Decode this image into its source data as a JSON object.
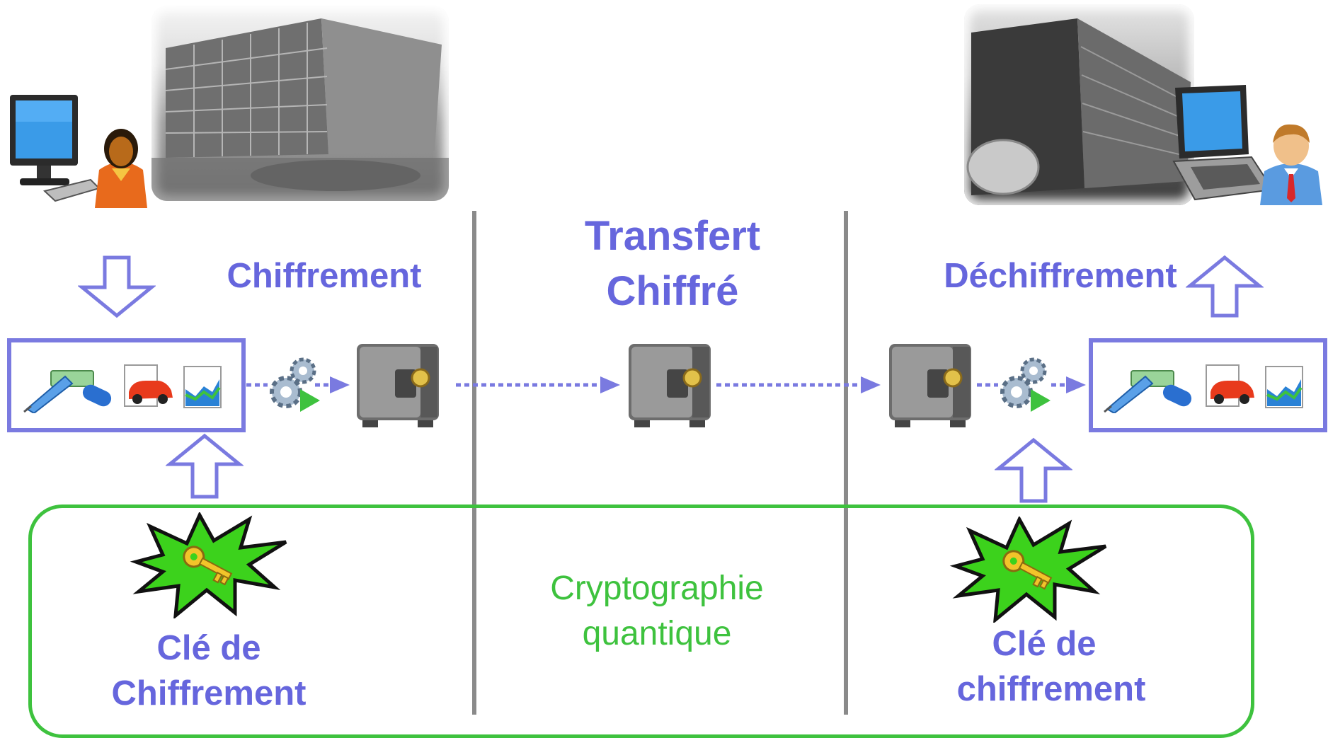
{
  "sections": {
    "left": {
      "title": "Chiffrement",
      "key_label_line1": "Clé de",
      "key_label_line2": "Chiffrement"
    },
    "center": {
      "title_line1": "Transfert",
      "title_line2": "Chiffré"
    },
    "right": {
      "title": "Déchiffrement",
      "key_label_line1": "Clé de",
      "key_label_line2": "chiffrement"
    }
  },
  "quantum": {
    "line1": "Cryptographie",
    "line2": "quantique"
  },
  "colors": {
    "accent_blue": "#6666dd",
    "quantum_green": "#3ec23e",
    "divider_gray": "#8a8a8a"
  },
  "icons": [
    "desktop-computer-icon",
    "woman-user-icon",
    "laptop-icon",
    "man-user-icon",
    "syringe-pill-icon",
    "car-document-icon",
    "chart-document-icon",
    "gears-process-icon",
    "safe-icon",
    "key-burst-icon"
  ]
}
